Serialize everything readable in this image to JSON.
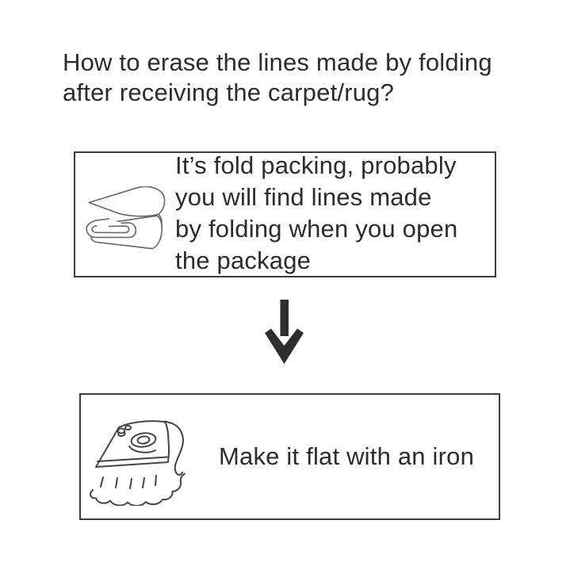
{
  "title": "How to erase the lines made by folding\nafter receiving the carpet/rug?",
  "flow": {
    "step1": {
      "icon": "folded-carpet-icon",
      "text": "It’s fold packing, probably\nyou will find lines made\nby folding when you open\nthe package"
    },
    "connector": {
      "icon": "down-arrow-icon"
    },
    "step2": {
      "icon": "clothes-iron-icon",
      "text": "Make it flat with an iron"
    }
  },
  "colors": {
    "background": "#ffffff",
    "text": "#2c2c2c",
    "box_border": "#3d3d3d",
    "arrow": "#2e2e2e",
    "fold_icon_line": "#6b6b6b",
    "iron_icon_line": "#454545"
  }
}
